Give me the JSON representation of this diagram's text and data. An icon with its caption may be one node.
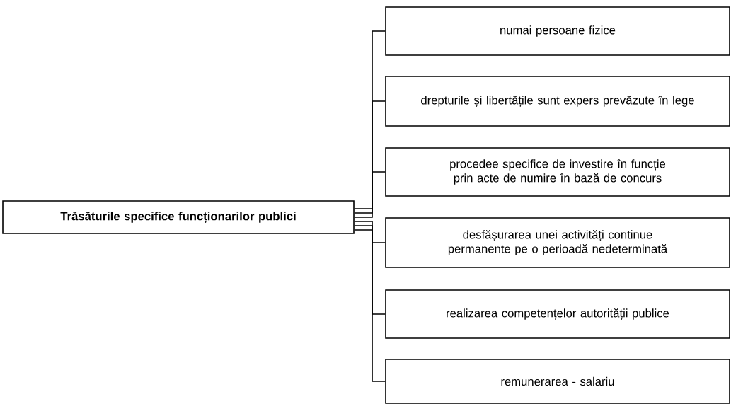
{
  "diagram": {
    "nodes": [
      {
        "text": [
          "Trăsăturile specifice funcționarilor publici"
        ]
      },
      {
        "text": [
          "numai persoane fizice"
        ]
      },
      {
        "text": [
          "drepturile și libertățile sunt expers prevăzute în lege"
        ]
      },
      {
        "text": [
          "procedee specifice de investire în funcție prin acte de numire în bază de concurs"
        ]
      },
      {
        "text": [
          "desfășurarea unei activități continue permanente pe o perioadă nedeterminată"
        ]
      },
      {
        "text": [
          "realizarea competențelor autorității publice"
        ]
      },
      {
        "text": [
          "remunerarea - salariu"
        ]
      }
    ],
    "edges": [
      {
        "from": 0,
        "to": 1,
        "arrow": "none"
      },
      {
        "from": 0,
        "to": 2,
        "arrow": "none"
      },
      {
        "from": 0,
        "to": 3,
        "arrow": "none"
      },
      {
        "from": 0,
        "to": 4,
        "arrow": "none"
      },
      {
        "from": 0,
        "to": 5,
        "arrow": "none"
      },
      {
        "from": 0,
        "to": 6,
        "arrow": "none"
      }
    ]
  }
}
